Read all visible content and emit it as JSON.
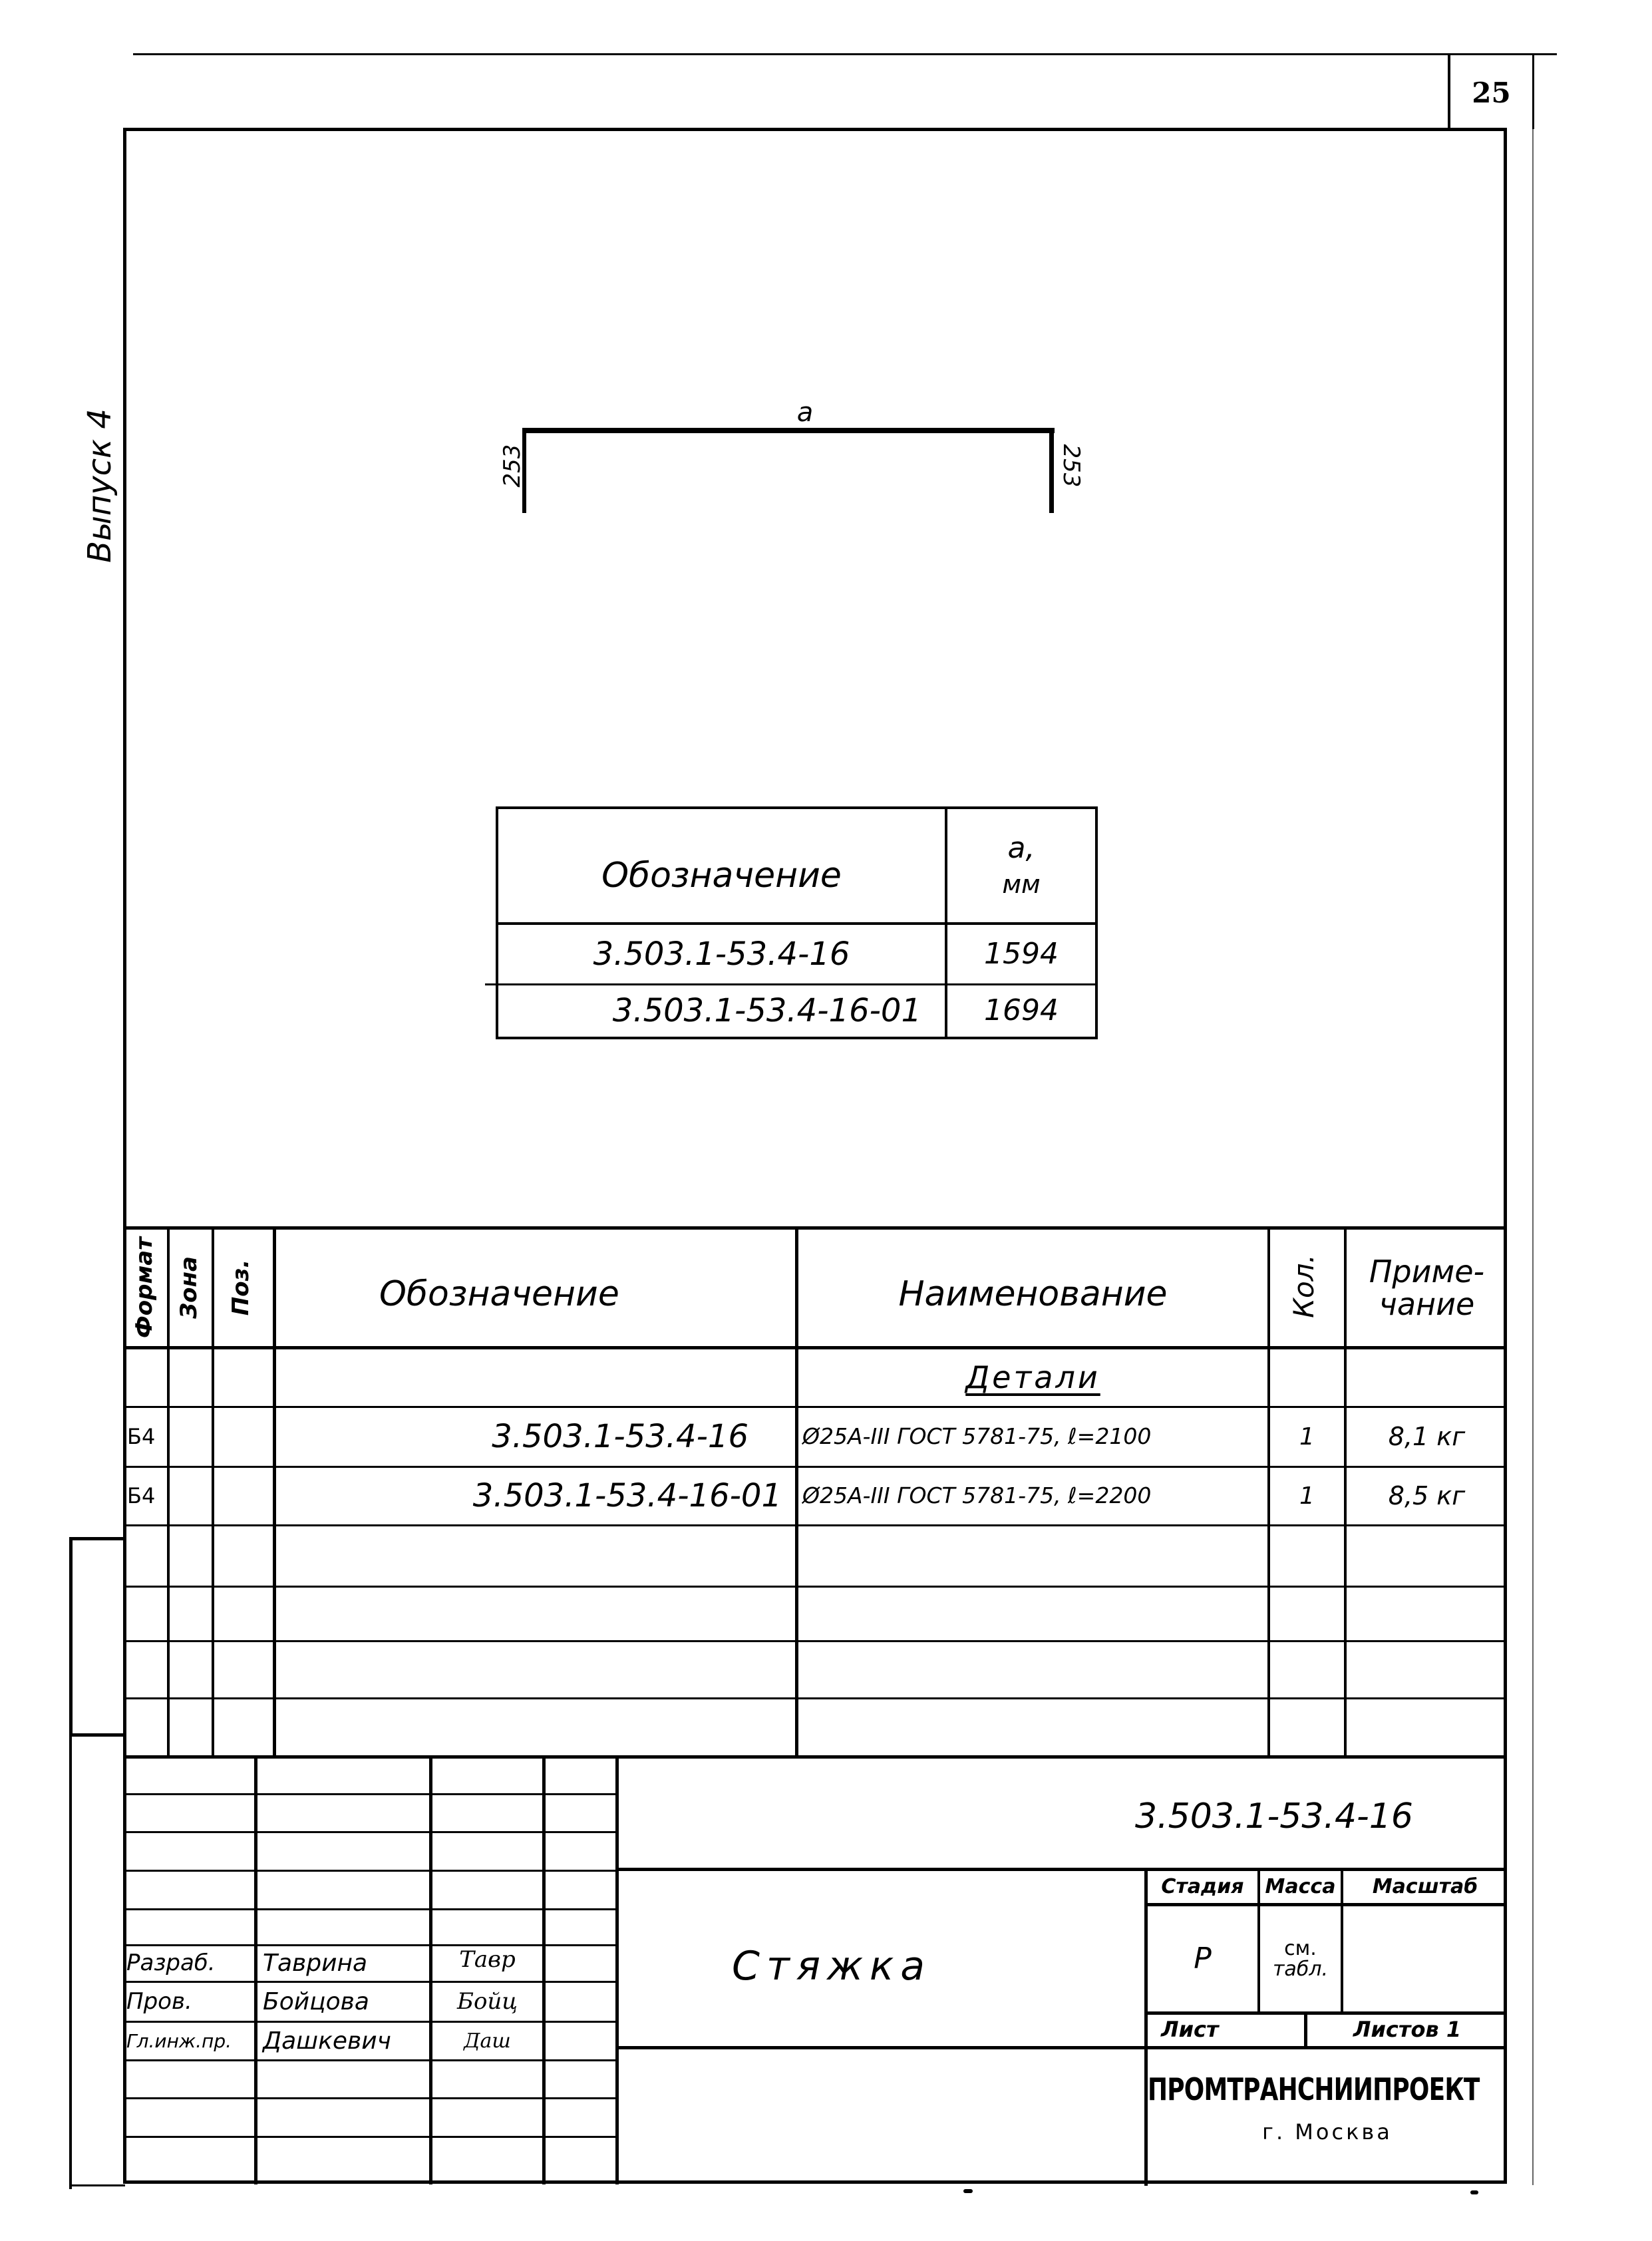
{
  "page": {
    "number": "25",
    "series_label": "Выпуск 4"
  },
  "drawing": {
    "dimension_top": "a",
    "dimension_left": "253",
    "dimension_right": "253"
  },
  "variants_table": {
    "headers": {
      "designation": "Обозначение",
      "a_value": "a,",
      "a_unit": "мм"
    },
    "rows": [
      {
        "designation": "3.503.1-53.4-16",
        "a_mm": "1594"
      },
      {
        "designation": "3.503.1-53.4-16-01",
        "a_mm": "1694"
      }
    ]
  },
  "spec_table": {
    "headers": {
      "format": "Формат",
      "zone": "Зона",
      "pos": "Поз.",
      "designation": "Обозначение",
      "name": "Наименование",
      "qty": "Кол.",
      "note_line1": "Приме-",
      "note_line2": "чание"
    },
    "section_title": "Детали",
    "rows": [
      {
        "format": "Б4",
        "zone": "",
        "pos": "",
        "designation": "3.503.1-53.4-16",
        "name": "Ø25А-III ГОСТ 5781-75, ℓ=2100",
        "qty": "1",
        "note": "8,1 кг"
      },
      {
        "format": "Б4",
        "zone": "",
        "pos": "",
        "designation": "3.503.1-53.4-16-01",
        "name": "Ø25А-III ГОСТ 5781-75, ℓ=2200",
        "qty": "1",
        "note": "8,5 кг"
      }
    ]
  },
  "title_block": {
    "document_code": "3.503.1-53.4-16",
    "item_name": "Стяжка",
    "labels": {
      "stage": "Стадия",
      "mass": "Масса",
      "scale": "Масштаб",
      "sheet": "Лист",
      "sheets": "Листов 1"
    },
    "stage_value": "Р",
    "mass_value_line1": "см.",
    "mass_value_line2": "табл.",
    "scale_value": "",
    "signatures": [
      {
        "role": "Разраб.",
        "name": "Таврина",
        "signature": "Тавр"
      },
      {
        "role": "Пров.",
        "name": "Бойцова",
        "signature": "Бойц"
      },
      {
        "role": "Гл.инж.пр.",
        "name": "Дашкевич",
        "signature": "Даш"
      }
    ],
    "organization": "ПРОМТРАНСНИИПРОЕКТ",
    "city": "г. Москва"
  }
}
